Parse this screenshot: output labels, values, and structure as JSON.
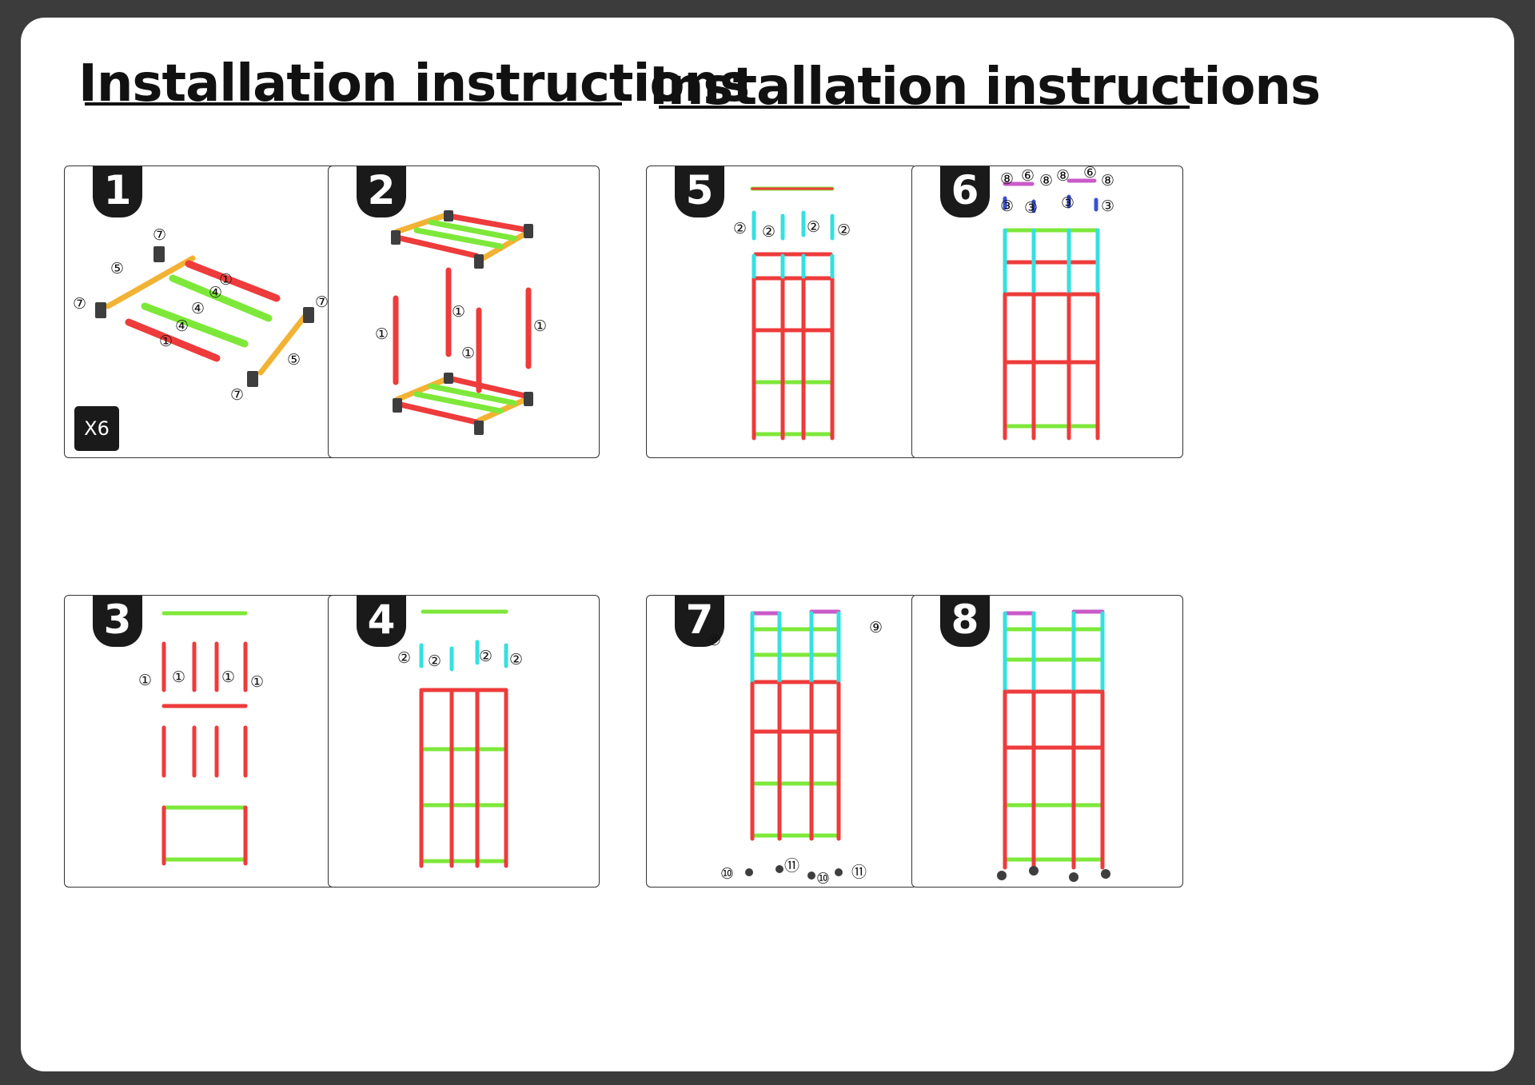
{
  "titles": [
    "Installation instructions",
    "Installation instructions"
  ],
  "steps": [
    {
      "number": "1",
      "quantity": "X6"
    },
    {
      "number": "2"
    },
    {
      "number": "3"
    },
    {
      "number": "4"
    },
    {
      "number": "5"
    },
    {
      "number": "6"
    },
    {
      "number": "7"
    },
    {
      "number": "8"
    }
  ],
  "part_labels": {
    "p1": "①",
    "p2": "②",
    "p3": "③",
    "p4": "④",
    "p5": "⑤",
    "p6": "⑥",
    "p7": "⑦",
    "p8": "⑧",
    "p9": "⑨",
    "p10": "⑩",
    "p11": "⑪"
  },
  "colors": {
    "tube_long": "#ee3b3b",
    "tube_short": "#f2b233",
    "tube_cross": "#7ee83a",
    "tube_extension": "#35e0e0",
    "tube_handle": "#c85bc8",
    "connector_blue": "#3a50d6",
    "connector": "#3e3e3e",
    "badge": "#1a1a1a"
  }
}
